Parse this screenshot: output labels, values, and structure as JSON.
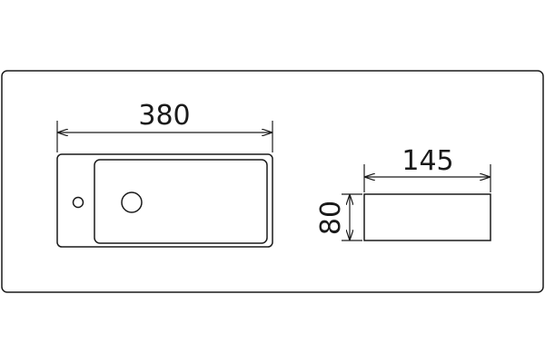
{
  "drawing": {
    "top_view": {
      "width_label": "380"
    },
    "side_view": {
      "depth_label": "145",
      "height_label": "80"
    },
    "stroke_color": "#1a1a1a",
    "background_color": "#ffffff"
  }
}
